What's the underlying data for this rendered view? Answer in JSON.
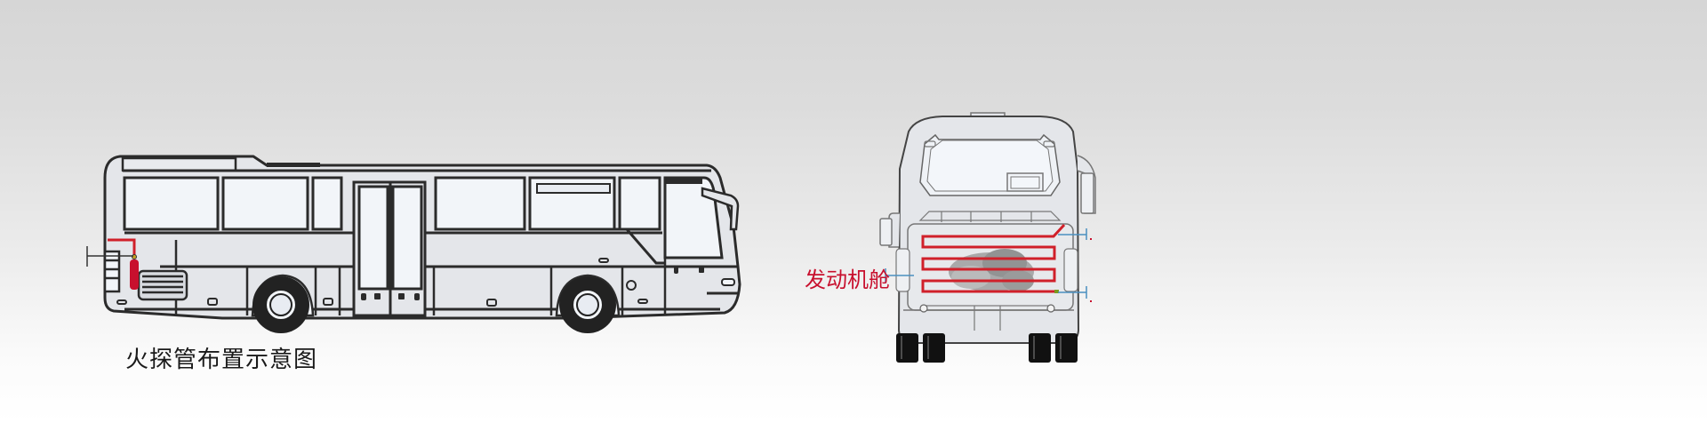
{
  "diagram": {
    "title": "火探管布置示意图",
    "views": [
      {
        "id": "side-view",
        "label": ""
      },
      {
        "id": "rear-view",
        "label": "发动机舱"
      }
    ],
    "side_view": {
      "components": [
        "fire-detection-tube",
        "fire-extinguisher-cylinder",
        "rear-radiator-grille",
        "passenger-doors",
        "front-wheel",
        "rear-wheel",
        "mirror"
      ]
    },
    "rear_view": {
      "callout": "发动机舱",
      "components": [
        "fire-detection-tube-serpentine",
        "engine",
        "rear-window",
        "rear-wheels"
      ]
    }
  },
  "colors": {
    "tube_red": "#d0202a",
    "label_red": "#c8102e",
    "callout_blue": "#4a8fc0",
    "outline": "#2b2b2b",
    "body_fill": "#e4e6ea",
    "glass_fill": "#f2f5f9"
  }
}
